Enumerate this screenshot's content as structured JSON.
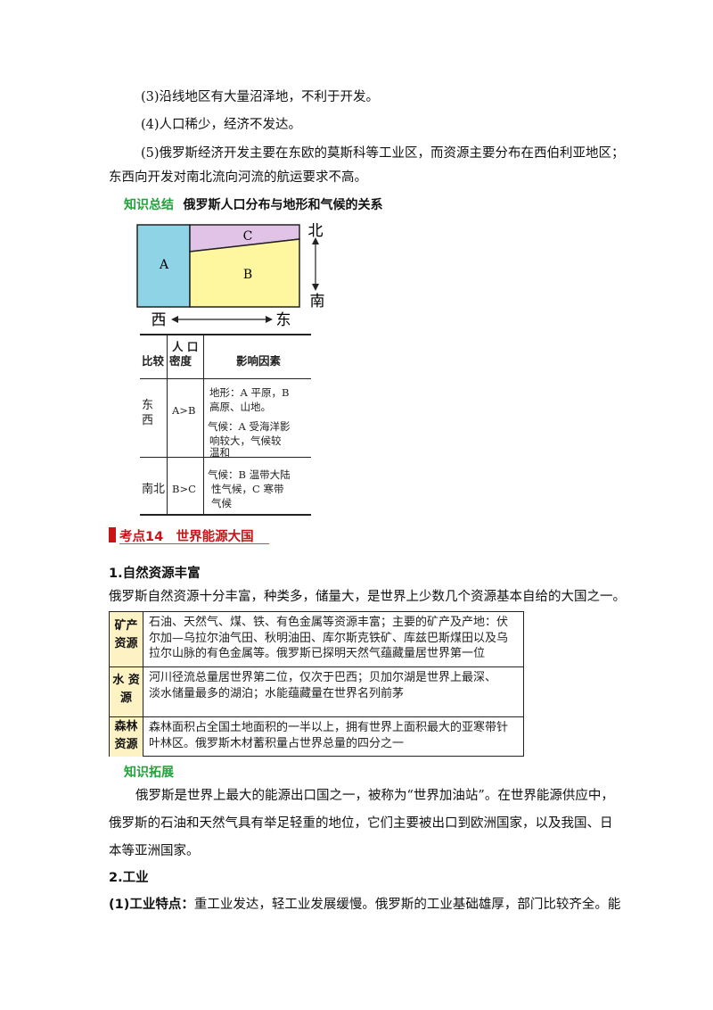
{
  "intro_paras": [
    "(3)沿线地区有大量沼泽地，不利于开发。",
    "(4)人口稀少，经济不发达。",
    "(5)俄罗斯经济开发主要在东欧的莫斯科等工业区，而资源主要分布在西伯利亚地区；",
    "东西向开发对南北流向河流的航运要求不高。"
  ],
  "summary": {
    "tag": "知识总结",
    "title": "俄罗斯人口分布与地形和气候的关系"
  },
  "diagram": {
    "labels": [
      "A",
      "B",
      "C"
    ],
    "north": "北",
    "south": "南",
    "west": "西",
    "east": "东",
    "colors": {
      "A": "#8fd3e6",
      "B": "#fff6a0",
      "C": "#e2c3e8"
    }
  },
  "compare_table": {
    "headers": [
      "比较",
      "人 口",
      "密度",
      "影响因素"
    ],
    "rows": [
      {
        "label": [
          "东",
          "西"
        ],
        "density": "A>B",
        "factors": [
          "地形：A 平原，B",
          "高原、山地。",
          "气候：A 受海洋影",
          "响较大，气候较",
          "温和"
        ]
      },
      {
        "label": [
          "南北"
        ],
        "density": "B>C",
        "factors": [
          "气候：B 温带大陆",
          "性气候，C 寒带",
          "气候"
        ]
      }
    ]
  },
  "section": {
    "title": "考点14　世界能源大国"
  },
  "subheading1": "1.自然资源丰富",
  "resource_intro": "俄罗斯自然资源十分丰富，种类多，储量大，是世界上少数几个资源基本自给的大国之一。",
  "resource_table": [
    {
      "label": [
        "矿产",
        "资源"
      ],
      "lines": [
        "石油、天然气、煤、铁、有色金属等资源丰富；主要的矿产及产地：伏",
        "尔加—乌拉尔油气田、秋明油田、库尔斯克铁矿、库兹巴斯煤田以及乌",
        "拉尔山脉的有色金属等。俄罗斯已探明天然气蕴藏量居世界第一位"
      ]
    },
    {
      "label": [
        "水 资",
        "源"
      ],
      "lines": [
        "河川径流总量居世界第二位，仅次于巴西；贝加尔湖是世界上最深、",
        "淡水储量最多的湖泊；水能蕴藏量在世界名列前茅"
      ]
    },
    {
      "label": [
        "森林",
        "资源"
      ],
      "lines": [
        "森林面积占全国土地面积的一半以上，拥有世界上面积最大的亚寒带针",
        "叶林区。俄罗斯木材蓄积量占世界总量的四分之一"
      ]
    }
  ],
  "extension": {
    "tag": "知识拓展",
    "lines": [
      "俄罗斯是世界上最大的能源出口国之一，被称为“世界加油站”。在世界能源供应中，",
      "俄罗斯的石油和天然气具有举足轻重的地位，它们主要被出口到欧洲国家，以及我国、日",
      "本等亚洲国家。"
    ]
  },
  "subheading2": "2.工业",
  "industry": {
    "label": "(1)工业特点：",
    "text": "重工业发达，轻工业发展缓慢。俄罗斯的工业基础雄厚，部门比较齐全。能"
  }
}
